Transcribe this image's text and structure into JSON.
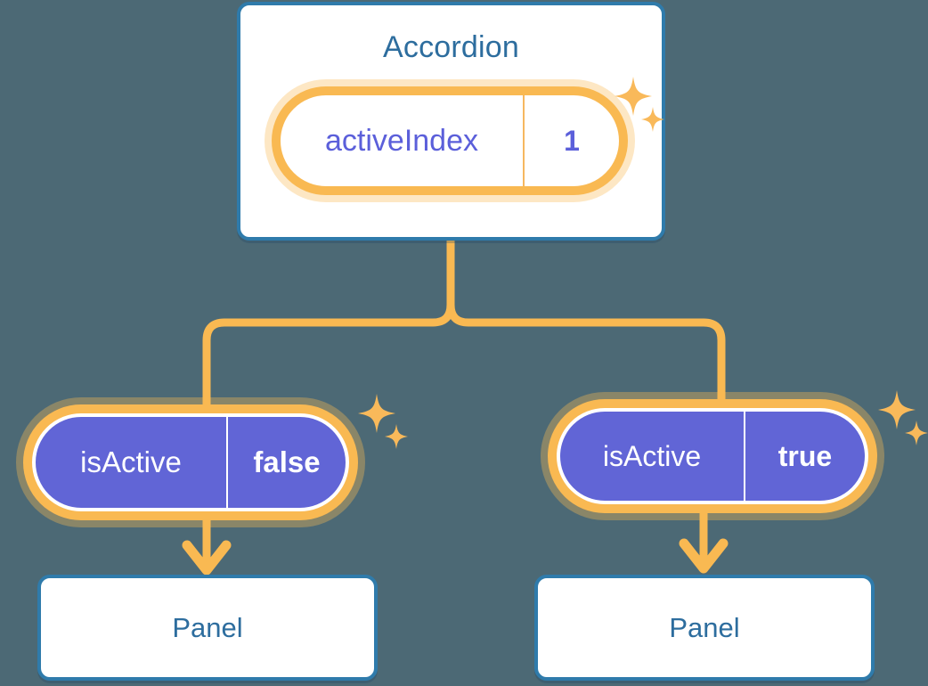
{
  "diagram": {
    "background_color": "#4c6975",
    "accent_orange": "#f9b952",
    "accent_blue": "#2d6d9e",
    "accent_purple": "#6165d6"
  },
  "accordion": {
    "title": "Accordion",
    "state": {
      "key": "activeIndex",
      "value": "1"
    }
  },
  "branches": [
    {
      "state": {
        "key": "isActive",
        "value": "false"
      },
      "panel": {
        "label": "Panel"
      }
    },
    {
      "state": {
        "key": "isActive",
        "value": "true"
      },
      "panel": {
        "label": "Panel"
      }
    }
  ],
  "icons": {
    "sparkle_large": "sparkle-four-point-large",
    "sparkle_small": "sparkle-four-point-small",
    "arrow_down": "arrow-down-icon"
  }
}
